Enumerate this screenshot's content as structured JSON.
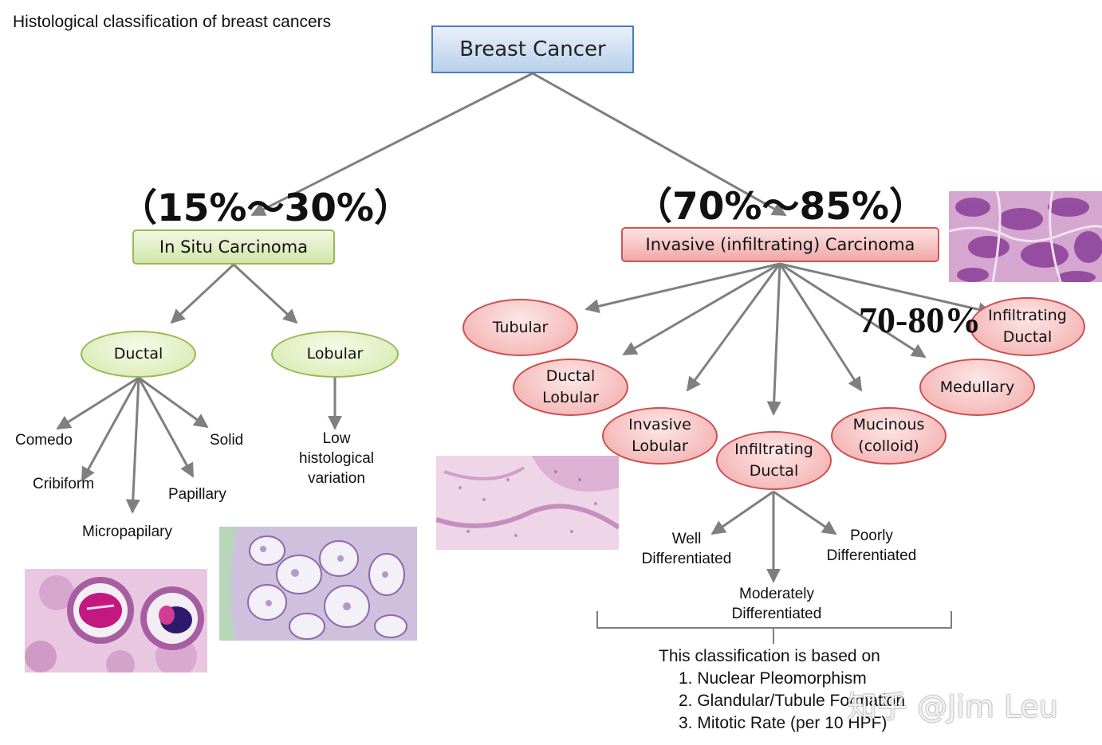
{
  "title": "Histological classification of breast cancers",
  "root": {
    "label": "Breast Cancer"
  },
  "in_situ": {
    "percent": "（15%～30%）",
    "label": "In Situ Carcinoma",
    "ductal": {
      "label": "Ductal",
      "subtypes": [
        "Comedo",
        "Solid",
        "Cribiform",
        "Papillary",
        "Micropapilary"
      ]
    },
    "lobular": {
      "label": "Lobular",
      "note": [
        "Low",
        "histological",
        "variation"
      ]
    }
  },
  "invasive": {
    "percent": "（70%～85%）",
    "label": "Invasive (infiltrating) Carcinoma",
    "ductal_percent": "70-80%",
    "subtypes": {
      "tubular": "Tubular",
      "ductal_lobular": [
        "Ductal",
        "Lobular"
      ],
      "invasive_lobular": [
        "Invasive",
        "Lobular"
      ],
      "infiltrating_ductal": [
        "Infiltrating",
        "Ductal"
      ],
      "mucinous": [
        "Mucinous",
        "(colloid)"
      ],
      "medullary": "Medullary",
      "infiltrating_ductal_top": [
        "Infiltrating",
        "Ductal"
      ]
    },
    "grades": {
      "well": [
        "Well",
        "Differentiated"
      ],
      "poorly": [
        "Poorly",
        "Differentiated"
      ],
      "moderately": [
        "Moderately",
        "Differentiated"
      ]
    },
    "basis": {
      "intro": "This classification is based on",
      "items": [
        "1. Nuclear Pleomorphism",
        "2. Glandular/Tubule Formation",
        "3. Mitotic Rate (per 10 HPF)"
      ]
    }
  },
  "watermark": "知乎 @Jim Leu",
  "colors": {
    "root_border": "#4a7ebb",
    "green_border": "#98b954",
    "green_fill": "#d4e8aa",
    "red_border": "#c9504f",
    "red_fill": "#f2a9a9",
    "arrow": "#7f7f7f"
  }
}
